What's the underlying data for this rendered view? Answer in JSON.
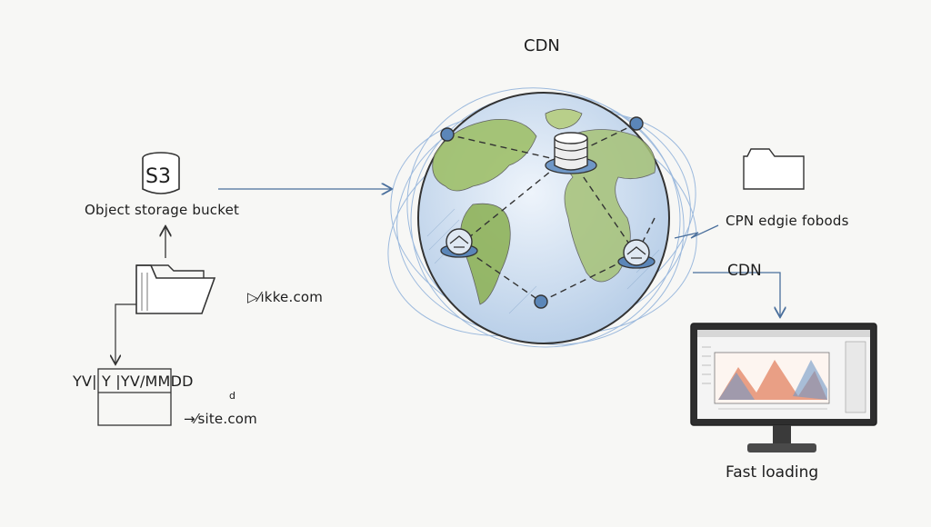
{
  "diagram": {
    "title": "CDN",
    "s3_icon_text": "S3",
    "s3_label": "Object storage bucket",
    "domain_label_top": "▷⁄ıkke.com",
    "path_label": "YV| Y |YV/MMDD",
    "path_sub_label": "d",
    "domain_label_bottom": "→⁄site.com",
    "edge_nodes_label": "CPN edgie fobods",
    "cdn_label_right": "CDN",
    "fast_loading_label": "Fast loading"
  },
  "colors": {
    "ink": "#2b2b2b",
    "arrow_blue": "#4a6f9c",
    "ocean": "#c9dbef",
    "land_green": "#8fb35a",
    "orbit_blue": "#7fa6d6",
    "node_blue": "#5b86b8"
  }
}
